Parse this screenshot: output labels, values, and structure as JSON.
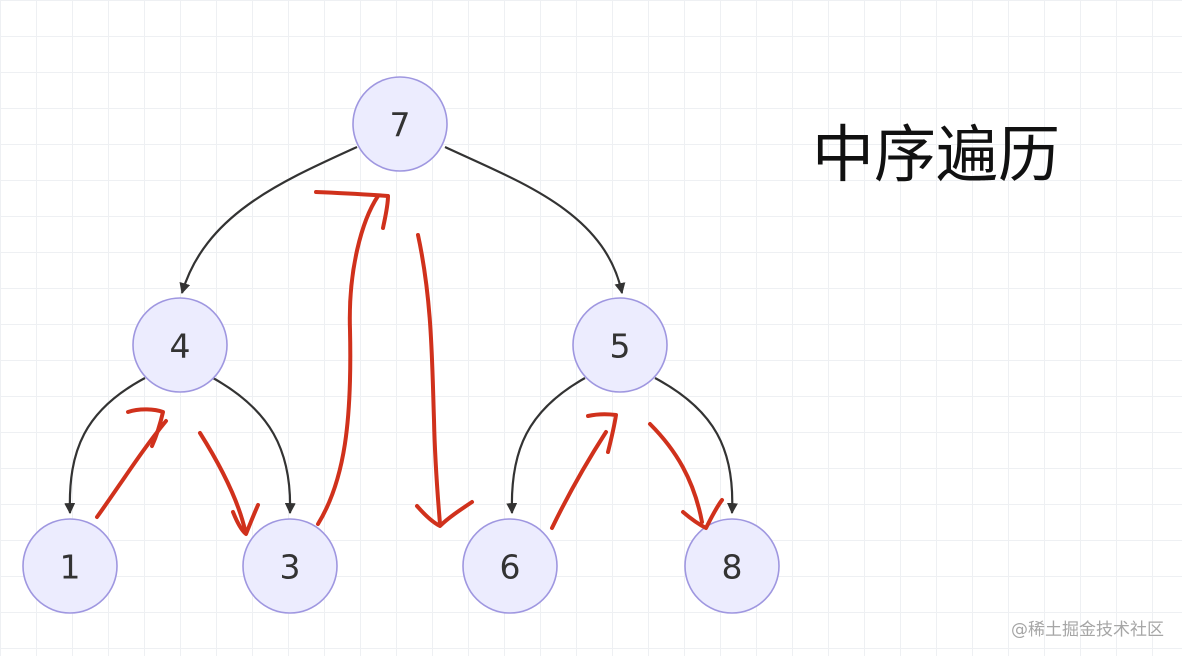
{
  "title": "中序遍历",
  "watermark": "@稀土掘金技术社区",
  "colors": {
    "node_fill": "#ececfe",
    "node_stroke": "#9f97e0",
    "edge": "#333333",
    "trace": "#d0311c"
  },
  "tree": {
    "nodes": [
      {
        "id": "n7",
        "label": "7"
      },
      {
        "id": "n4",
        "label": "4"
      },
      {
        "id": "n5",
        "label": "5"
      },
      {
        "id": "n1",
        "label": "1"
      },
      {
        "id": "n3",
        "label": "3"
      },
      {
        "id": "n6",
        "label": "6"
      },
      {
        "id": "n8",
        "label": "8"
      }
    ],
    "edges": [
      {
        "from": "n7",
        "to": "n4"
      },
      {
        "from": "n7",
        "to": "n5"
      },
      {
        "from": "n4",
        "to": "n1"
      },
      {
        "from": "n4",
        "to": "n3"
      },
      {
        "from": "n5",
        "to": "n6"
      },
      {
        "from": "n5",
        "to": "n8"
      }
    ]
  },
  "traversal_order": [
    "1",
    "4",
    "3",
    "7",
    "6",
    "5",
    "8"
  ]
}
